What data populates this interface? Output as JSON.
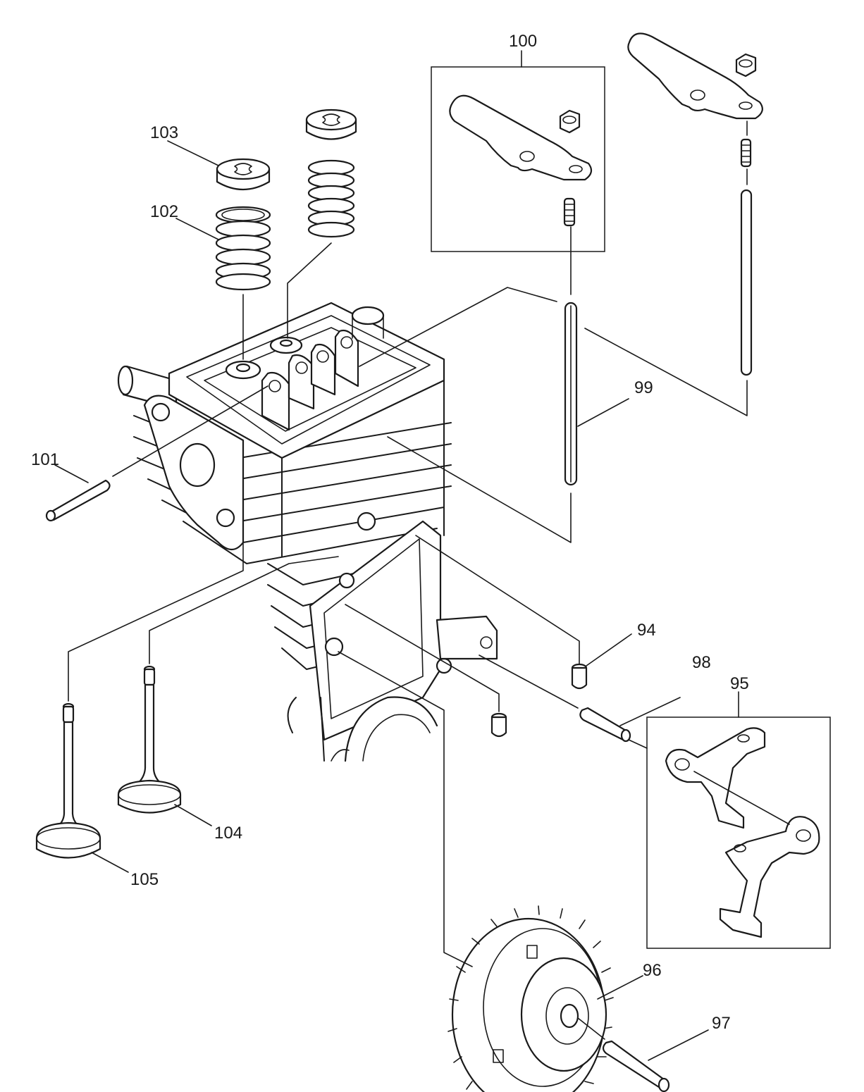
{
  "callouts": {
    "c94": "94",
    "c95": "95",
    "c96": "96",
    "c97": "97",
    "c98": "98",
    "c99": "99",
    "c100": "100",
    "c101": "101",
    "c102": "102",
    "c103": "103",
    "c104": "104",
    "c105": "105"
  }
}
